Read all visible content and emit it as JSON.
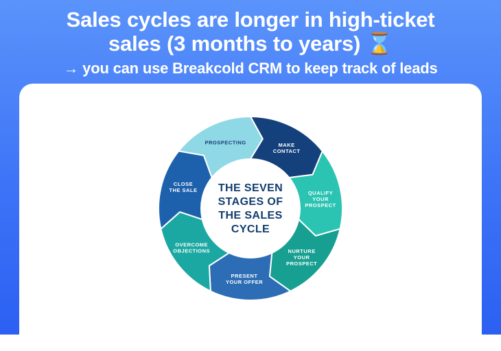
{
  "colors": {
    "bg_top": "#5b93fb",
    "bg_bottom": "#2b60f2",
    "card": "#ffffff",
    "headline_text": "#ffffff"
  },
  "header": {
    "title_line1": "Sales cycles are longer in high-ticket",
    "title_line2": "sales (3 months to years) ⌛",
    "subtitle": "→ you can use Breakcold CRM to keep track of leads"
  },
  "chart_data": {
    "type": "cycle-diagram",
    "title": "THE SEVEN STAGES OF THE SALES CYCLE",
    "center_title_lines": [
      "THE SEVEN",
      "STAGES OF",
      "THE SALES",
      "CYCLE"
    ],
    "center_text_color": "#123c6e",
    "direction": "clockwise",
    "start_angle_deg": -51.43,
    "tip_angle_deg": 10,
    "segments": [
      {
        "label": "PROSPECTING",
        "lines": [
          "PROSPECTING"
        ],
        "color": "#8fd8e6",
        "text_color": "#123c6e"
      },
      {
        "label": "MAKE CONTACT",
        "lines": [
          "MAKE",
          "CONTACT"
        ],
        "color": "#14417b",
        "text_color": "#ffffff"
      },
      {
        "label": "QUALIFY YOUR PROSPECT",
        "lines": [
          "QUALIFY",
          "YOUR",
          "PROSPECT"
        ],
        "color": "#2bc3b2",
        "text_color": "#ffffff"
      },
      {
        "label": "NURTURE YOUR PROSPECT",
        "lines": [
          "NURTURE",
          "YOUR",
          "PROSPECT"
        ],
        "color": "#17a091",
        "text_color": "#ffffff"
      },
      {
        "label": "PRESENT YOUR OFFER",
        "lines": [
          "PRESENT",
          "YOUR OFFER"
        ],
        "color": "#2c6db5",
        "text_color": "#ffffff"
      },
      {
        "label": "OVERCOME OBJECTIONS",
        "lines": [
          "OVERCOME",
          "OBJECTIONS"
        ],
        "color": "#1ba8a2",
        "text_color": "#ffffff"
      },
      {
        "label": "CLOSE THE SALE",
        "lines": [
          "CLOSE",
          "THE SALE"
        ],
        "color": "#1d61ad",
        "text_color": "#ffffff"
      }
    ]
  }
}
